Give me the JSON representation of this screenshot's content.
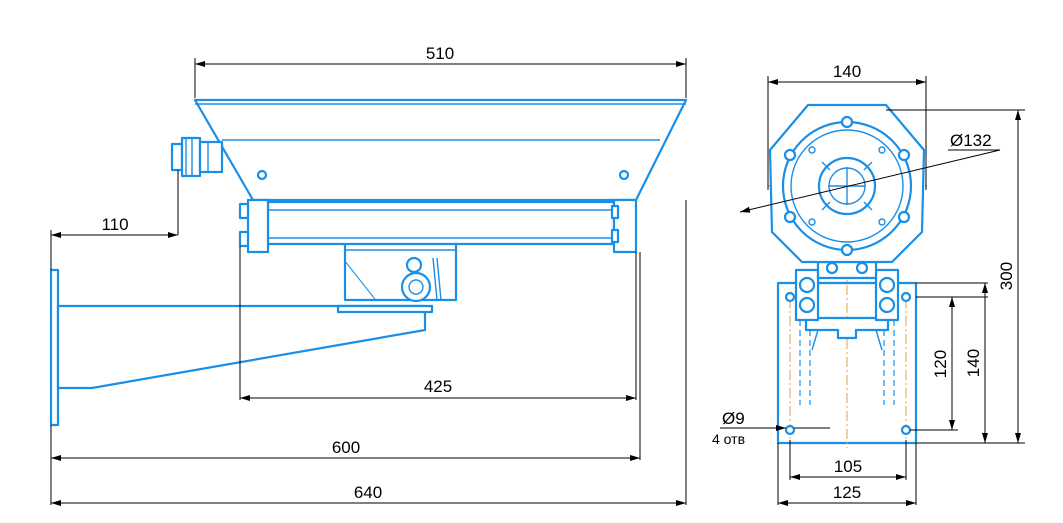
{
  "dimensions": {
    "housing_length": "510",
    "front_offset": "110",
    "mount_span": "425",
    "overall_600": "600",
    "overall_640": "640",
    "housing_width": "140",
    "window_diameter": "Ø132",
    "overall_height": "300",
    "bracket_height": "140",
    "hole_spacing_vertical": "120",
    "hole_diameter": "Ø9",
    "hole_count": "4 отв",
    "hole_spacing_horizontal": "105",
    "plate_width": "125"
  },
  "colors": {
    "drawing_blue": "#1a8fe8",
    "dimension_black": "#000000",
    "centerline_orange": "#e8a040"
  }
}
